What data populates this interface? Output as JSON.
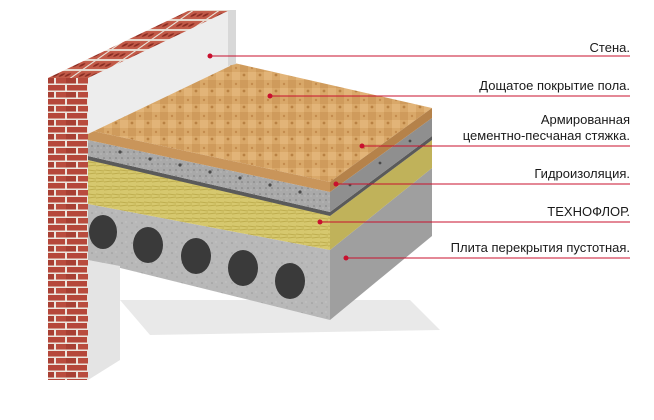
{
  "labels": {
    "wall": "Стена.",
    "floor_covering": "Дощатое покрытие пола.",
    "screed_line1": "Армированная",
    "screed_line2": "цементно-песчаная стяжка.",
    "waterproofing": "Гидроизоляция.",
    "technofloor": "ТЕХНОФЛОР.",
    "slab": "Плита перекрытия пустотная."
  },
  "colors": {
    "leader_line": "#c8102e",
    "brick": "#b5473a",
    "mortar": "#ece4dc",
    "plaster": "#ededed",
    "wood": "#d9a869",
    "mineral_wool": "#d6c86e",
    "concrete": "#b8b8b8",
    "screed": "#a9a9a9"
  }
}
